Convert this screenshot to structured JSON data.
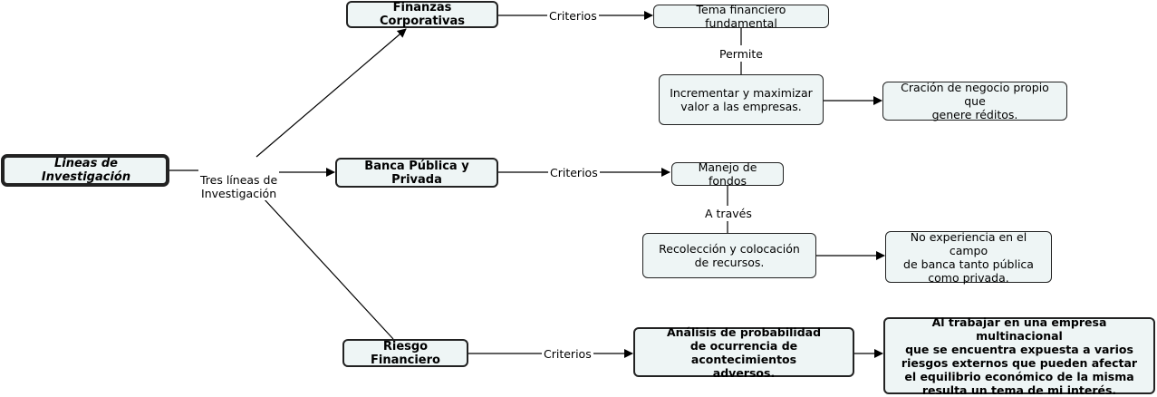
{
  "root": {
    "label": "Lineas de Investigación"
  },
  "root_link_label": "Tres líneas de\nInvestigación",
  "branches": [
    {
      "label": "Finanzas Corporativas",
      "link_label": "Criterios",
      "concept": "Tema financiero fundamental",
      "connector": "Permite",
      "detail": "Incrementar y maximizar\nvalor a las empresas.",
      "outcome": "Cración de negocio propio que\ngenere réditos."
    },
    {
      "label": "Banca Pública y Privada",
      "link_label": "Criterios",
      "concept": "Manejo de fondos",
      "connector": "A través",
      "detail": "Recolección y colocación\nde recursos.",
      "outcome": "No experiencia en el campo\nde banca tanto pública\ncomo privada."
    },
    {
      "label": "Riesgo Financiero",
      "link_label": "Criterios",
      "detail": "Análisis de probabilidad\nde ocurrencia de acontecimientos\nadversos.",
      "outcome": "Al trabajar en una empresa multinacional\nque se encuentra expuesta a varios\nriesgos externos que pueden afectar\nel equilibrio económico de la misma\nresulta un tema de mi interés."
    }
  ],
  "colors": {
    "node_fill": "#eef5f5",
    "border": "#222222",
    "line": "#000000"
  }
}
